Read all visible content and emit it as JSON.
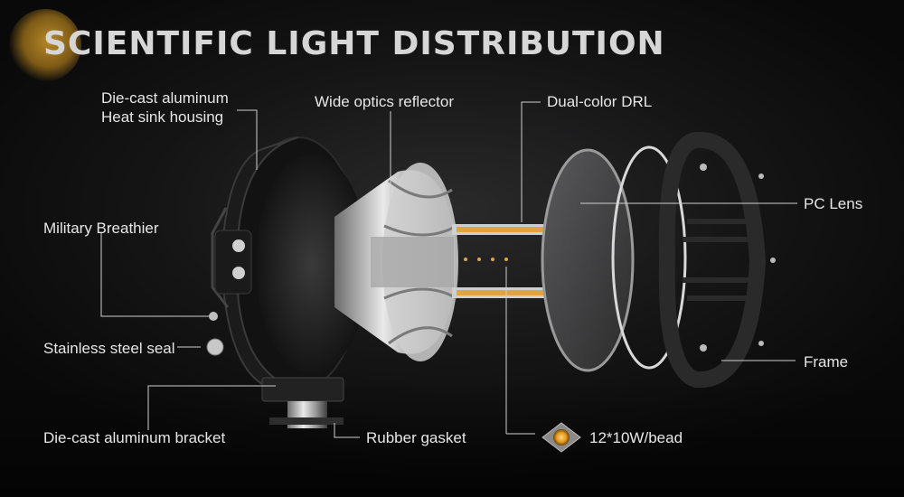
{
  "title": "SCIENTIFIC LIGHT DISTRIBUTION",
  "colors": {
    "accent": "#c9952a",
    "text": "#e6e6e6",
    "background": "#111112"
  },
  "labels": {
    "housing_line1": "Die-cast aluminum",
    "housing_line2": "Heat sink housing",
    "reflector": "Wide optics reflector",
    "drl": "Dual-color DRL",
    "lens": "PC Lens",
    "breather": "Military Breathier",
    "seal": "Stainless steel seal",
    "frame": "Frame",
    "bracket": "Die-cast aluminum bracket",
    "gasket": "Rubber gasket",
    "bead": "12*10W/bead"
  }
}
